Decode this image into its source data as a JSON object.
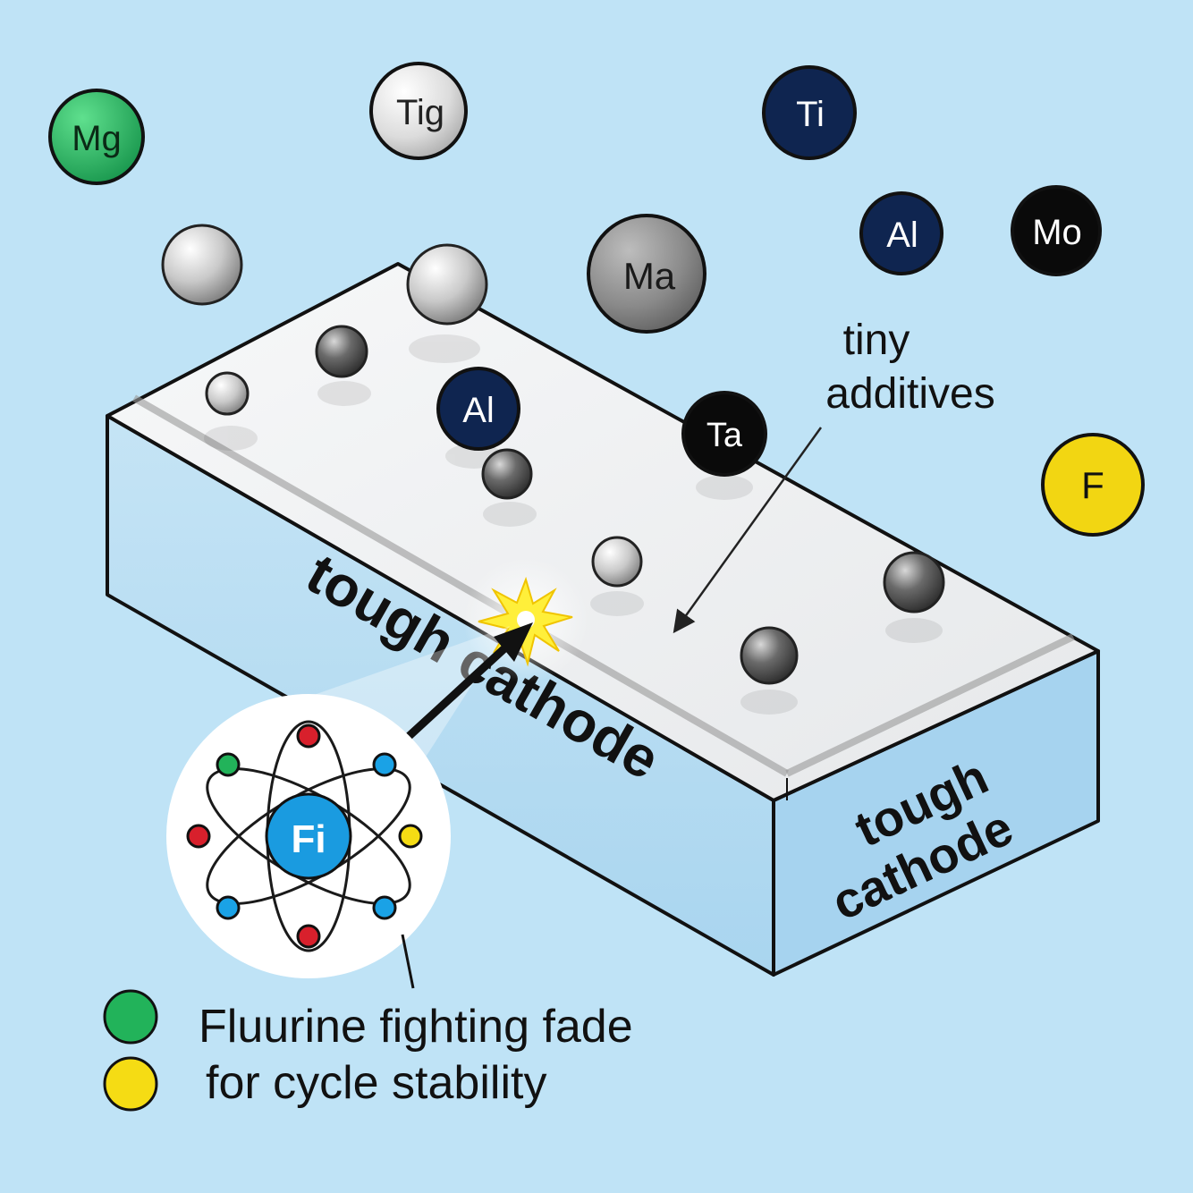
{
  "background_color": "#bfe3f6",
  "elements": {
    "mg": "Mg",
    "tig": "Tig",
    "ti": "Ti",
    "al_top": "Al",
    "mo": "Mo",
    "ma": "Ma",
    "al_slab": "Al",
    "ta": "Ta",
    "f": "F",
    "fi": "Fi"
  },
  "labels": {
    "annotation_line1": "tiny",
    "annotation_line2": "additives",
    "slab_top_text": "tough cathode",
    "slab_end_line1": "tough",
    "slab_end_line2": "cathode"
  },
  "legend": {
    "line1": "Fluurine fighting fade",
    "line2": "for cycle stability",
    "swatch1_color": "#22b35a",
    "swatch2_color": "#f5dc14"
  },
  "colors": {
    "mg": "#1fae55",
    "navy": "#0f2550",
    "black": "#0a0a0a",
    "f": "#f2d612",
    "fi": "#1a9be0",
    "electron_red": "#d8202c",
    "electron_blue": "#1aa2e6",
    "electron_green": "#22b35a",
    "electron_yellow": "#f5dc14"
  }
}
